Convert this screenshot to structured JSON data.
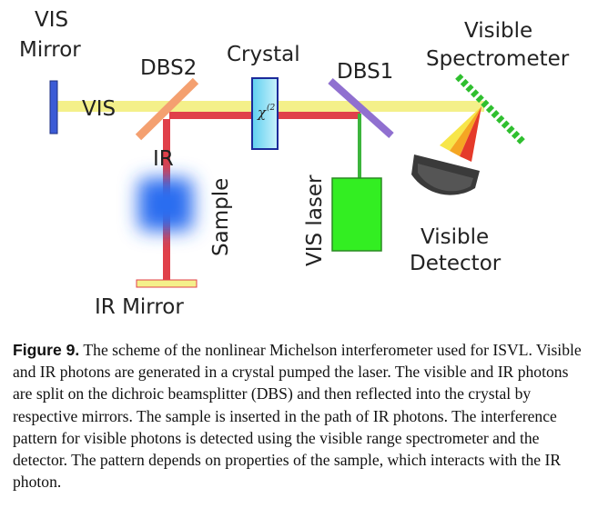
{
  "labels": {
    "vis_mirror_line1": "VIS",
    "vis_mirror_line2": "Mirror",
    "dbs2": "DBS2",
    "crystal": "Crystal",
    "chi": "χ",
    "chi_sup": "(2",
    "dbs1": "DBS1",
    "spectrometer_line1": "Visible",
    "spectrometer_line2": "Spectrometer",
    "vis_beam": "VIS",
    "ir_beam": "IR",
    "sample": "Sample",
    "vis_laser": "VIS laser",
    "detector_line1": "Visible",
    "detector_line2": "Detector",
    "ir_mirror": "IR Mirror"
  },
  "colors": {
    "vis_beam": "#f4f08a",
    "ir_beam": "#e0404a",
    "pump_beam": "#3cb43c",
    "laser_box": "#33ee22",
    "vis_mirror": "#3b5bd6",
    "dbs2": "#f4a070",
    "dbs1": "#9070d0",
    "crystal": "#88ddf4",
    "detector": "#3a3a3a",
    "sample_blur": "#2a6df0"
  },
  "caption": {
    "figure_label": "Figure 9.",
    "text": " The scheme of the nonlinear Michelson interferometer used for ISVL. Visible and IR photons are generated in a crystal pumped the laser. The visible and IR photons are split on the dichroic beamsplitter (DBS) and then reflected into the crystal by respective mirrors. The sample is inserted in the path of IR photons. The interference pattern for visible photons is detected using the visible range spectrometer and the detector. The pattern depends on properties of the sample, which interacts with the IR photon."
  }
}
